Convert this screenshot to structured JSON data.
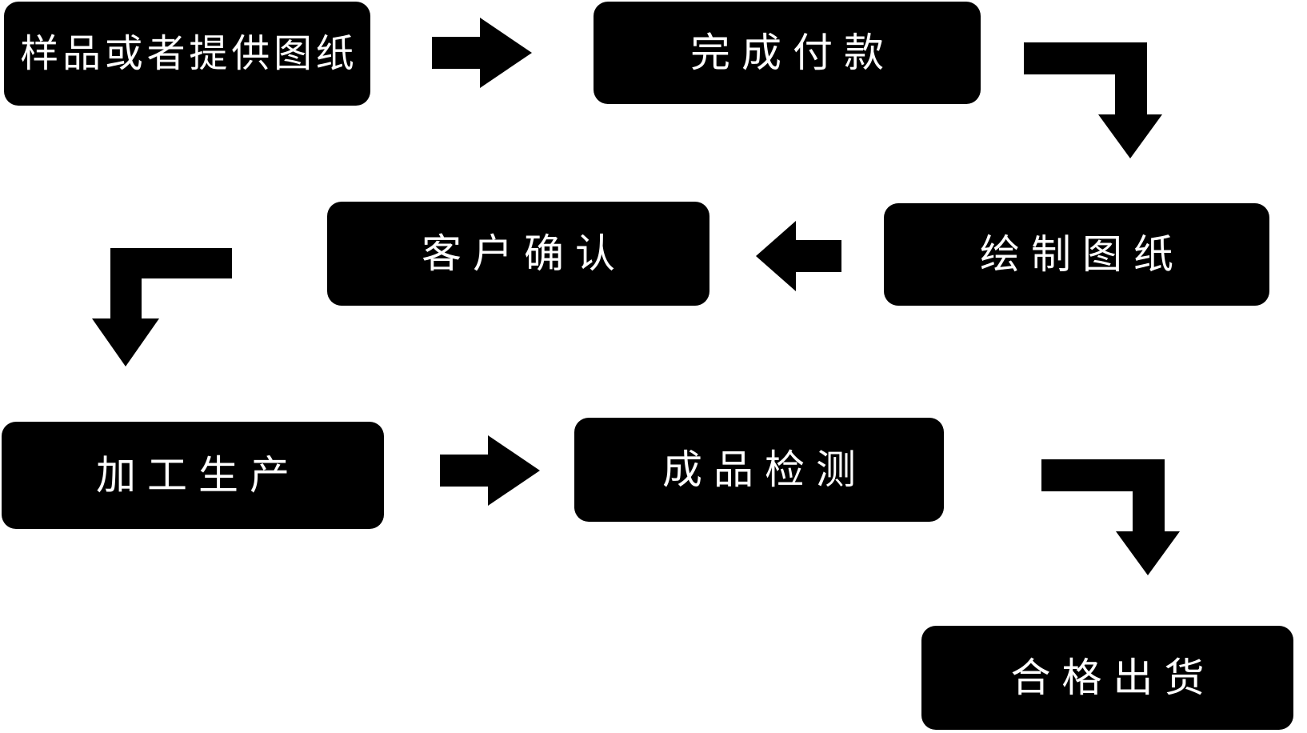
{
  "diagram": {
    "type": "flowchart",
    "background_color": "#ffffff",
    "node_fill_color": "#000000",
    "node_text_color": "#ffffff",
    "arrow_color": "#000000",
    "nodes": [
      {
        "id": "sample-or-drawing",
        "label": "样品或者提供图纸"
      },
      {
        "id": "complete-payment",
        "label": "完成付款"
      },
      {
        "id": "draw-blueprint",
        "label": "绘制图纸"
      },
      {
        "id": "customer-confirmation",
        "label": "客户确认"
      },
      {
        "id": "processing-production",
        "label": "加工生产"
      },
      {
        "id": "finished-product-inspection",
        "label": "成品检测"
      },
      {
        "id": "qualified-shipment",
        "label": "合格出货"
      }
    ],
    "arrows": [
      {
        "from": "样品或者提供图纸",
        "to": "完成付款",
        "shape": "straight-right"
      },
      {
        "from": "完成付款",
        "to": "绘制图纸",
        "shape": "elbow-right-then-down"
      },
      {
        "from": "绘制图纸",
        "to": "客户确认",
        "shape": "straight-left"
      },
      {
        "from": "客户确认",
        "to": "加工生产",
        "shape": "elbow-left-then-down"
      },
      {
        "from": "加工生产",
        "to": "成品检测",
        "shape": "straight-right"
      },
      {
        "from": "成品检测",
        "to": "合格出货",
        "shape": "elbow-right-then-down"
      }
    ]
  }
}
